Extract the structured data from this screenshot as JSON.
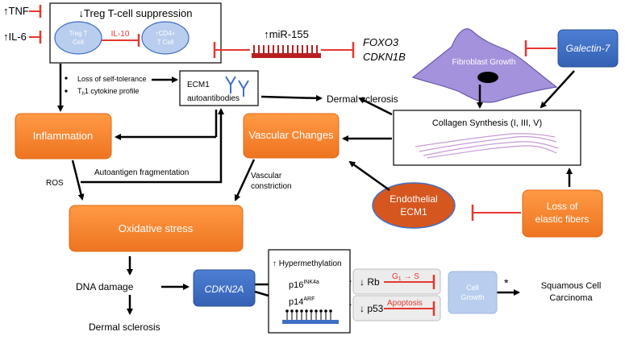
{
  "treg": {
    "title": "↓Treg T-cell suppression",
    "treg_cell": [
      "Treg T",
      "Cell"
    ],
    "il10": "IL-10",
    "cd4_cell": [
      "↑CD4+",
      "T Cell"
    ]
  },
  "inputs": {
    "tnf": "↑TNF",
    "il6": "↑IL-6"
  },
  "mir": {
    "label": "↑miR-155"
  },
  "genes": {
    "foxo3": "FOXO3",
    "cdkn1b": "CDKN1B"
  },
  "fibroblast": {
    "label": "Fibroblast Growth"
  },
  "galectin": {
    "label": "Galectin-7"
  },
  "bullets": {
    "item1": "Loss of self-tolerance",
    "item2_main": "T",
    "item2_sub": "h",
    "item2_rest": "1 cytokine profile"
  },
  "ecm1_auto": {
    "line1": "ECM1",
    "line2": "autoantibodies"
  },
  "dermal_top": "Dermal sclerosis",
  "collagen": {
    "label": "Collagen Synthesis (I, III, V)"
  },
  "inflammation": "Inflammation",
  "vascular_changes": "Vascular Changes",
  "endothelial": [
    "Endothelial",
    "ECM1"
  ],
  "elastic": [
    "Loss of",
    "elastic fibers"
  ],
  "edge_labels": {
    "ros": "ROS",
    "autoantigen": "Autoantigen fragmentation",
    "vascular_constriction": [
      "Vascular",
      "constriction"
    ]
  },
  "oxidative": "Oxidative stress",
  "dna_damage": "DNA damage",
  "dermal_bottom": "Dermal sclerosis",
  "cdkn2a": "CDKN2A",
  "methylation": {
    "title": "↑ Hypermethylation",
    "p16_main": "p16",
    "p16_sup": "INK4a",
    "p14_main": "p14",
    "p14_sup": "ARF"
  },
  "rb": {
    "label": "↓ Rb",
    "phase_main": "G",
    "phase_sub": "1",
    "phase_rest": " → S"
  },
  "p53": {
    "label": "↓ p53",
    "apoptosis": "Apoptosis"
  },
  "cell_growth": [
    "Cell",
    "Growth"
  ],
  "asterisk": "*",
  "scc": [
    "Squamous Cell",
    "Carcinoma"
  ],
  "colors": {
    "orange": "#f5842a",
    "blue_box": "#3f6fc4",
    "red": "#e8372f",
    "purple": "#a592dd",
    "endothelial": "#d6561f",
    "cell_fill": "#b9cdee"
  }
}
